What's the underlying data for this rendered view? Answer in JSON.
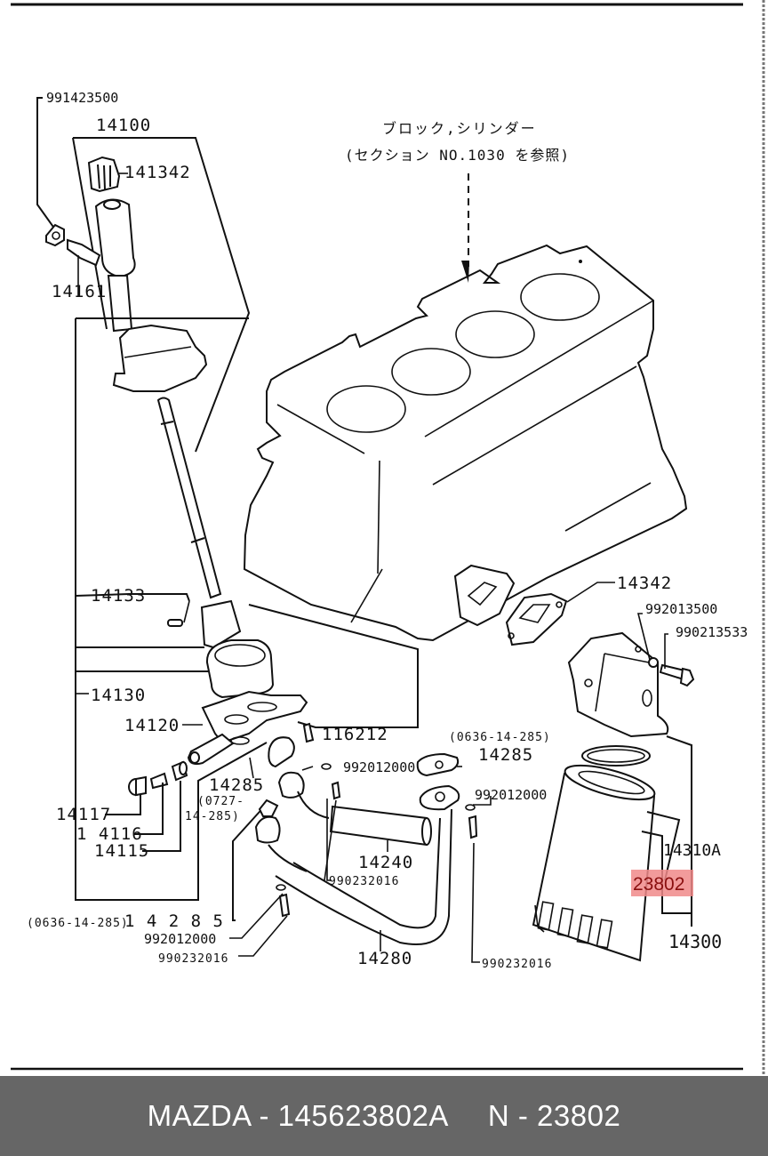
{
  "header_note": {
    "line1": "ブロック,シリンダー",
    "line2": "(セクション NO.1030 を参照)"
  },
  "parts": {
    "p991423500": "991423500",
    "p14100": "14100",
    "p141342": "141342",
    "p14161": "14161",
    "p14133": "14133",
    "p14130": "14130",
    "p14120": "14120",
    "p116212": "116212",
    "p14117": "14117",
    "p14116": "1 4116",
    "p14115": "14115",
    "p14285a": "14285",
    "p14285a_note1": "(0727-",
    "p14285a_note2": "14-285)",
    "p14285b_note": "(0636-14-285)",
    "p14285b": "14285",
    "p14285c_note": "(0636-14-285)",
    "p14285c": "1 4 2 8 5",
    "p992012000a": "992012000",
    "p992012000b": "992012000",
    "p992012000c": "992012000",
    "p990232016a": "990232016",
    "p990232016b": "990232016",
    "p990232016c": "990232016",
    "p14240": "14240",
    "p14280": "14280",
    "p14342": "14342",
    "p992013500": "992013500",
    "p990213533": "990213533",
    "p14310A": "14310A",
    "p23802": "23802",
    "p14300": "14300"
  },
  "highlight": {
    "part": "23802",
    "color": "#f08a8a"
  },
  "footer": {
    "brand_part": "MAZDA - 145623802A",
    "ref": "N - 23802"
  }
}
